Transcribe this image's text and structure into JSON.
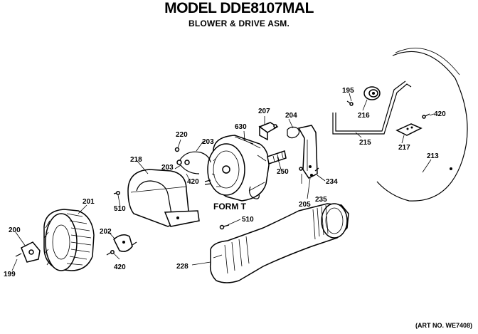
{
  "header": {
    "title": "MODEL DDE8107MAL",
    "subtitle": "BLOWER & DRIVE ASM."
  },
  "footer": {
    "art_no": "(ART NO. WE7408)"
  },
  "diagram": {
    "form_label": "FORM T",
    "labels": [
      "199",
      "200",
      "201",
      "202",
      "420",
      "510",
      "218",
      "220",
      "203",
      "203",
      "420",
      "630",
      "207",
      "204",
      "250",
      "205",
      "235",
      "234",
      "195",
      "216",
      "215",
      "217",
      "420",
      "213",
      "510",
      "228"
    ]
  }
}
